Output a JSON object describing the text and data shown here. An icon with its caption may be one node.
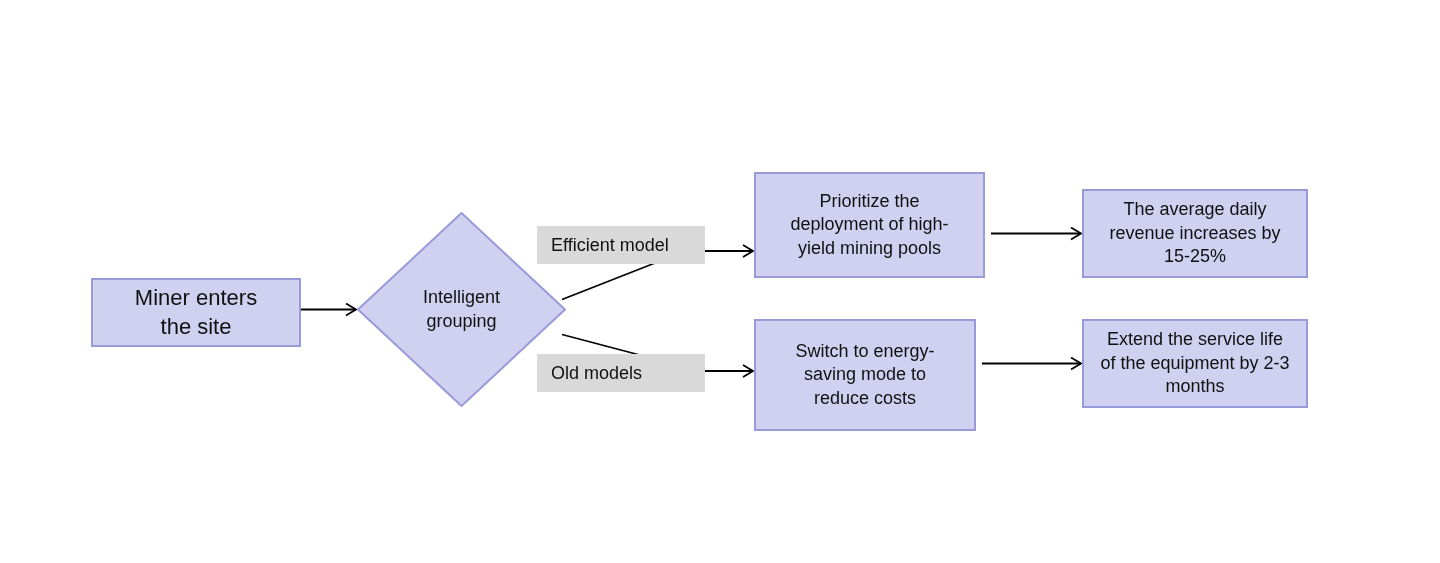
{
  "diagram": {
    "nodes": [
      {
        "text": [
          "Miner enters the site"
        ]
      },
      {
        "text": [
          "Intelligent grouping"
        ]
      },
      {
        "text": [
          "Prioritize the deployment of high-yield mining pools"
        ]
      },
      {
        "text": [
          "The average daily revenue increases by 15-25%"
        ]
      },
      {
        "text": [
          "Switch to energy-saving mode to reduce costs"
        ]
      },
      {
        "text": [
          "Extend the service life of the equipment by 2-3 months"
        ]
      }
    ],
    "edges": [
      {
        "from": 0,
        "to": 1,
        "arrow": "to"
      },
      {
        "from": 1,
        "to": 2,
        "arrow": "to",
        "label": "Efficient model"
      },
      {
        "from": 1,
        "to": 4,
        "arrow": "to",
        "label": "Old models"
      },
      {
        "from": 2,
        "to": 3,
        "arrow": "to"
      },
      {
        "from": 4,
        "to": 5,
        "arrow": "to"
      }
    ]
  }
}
